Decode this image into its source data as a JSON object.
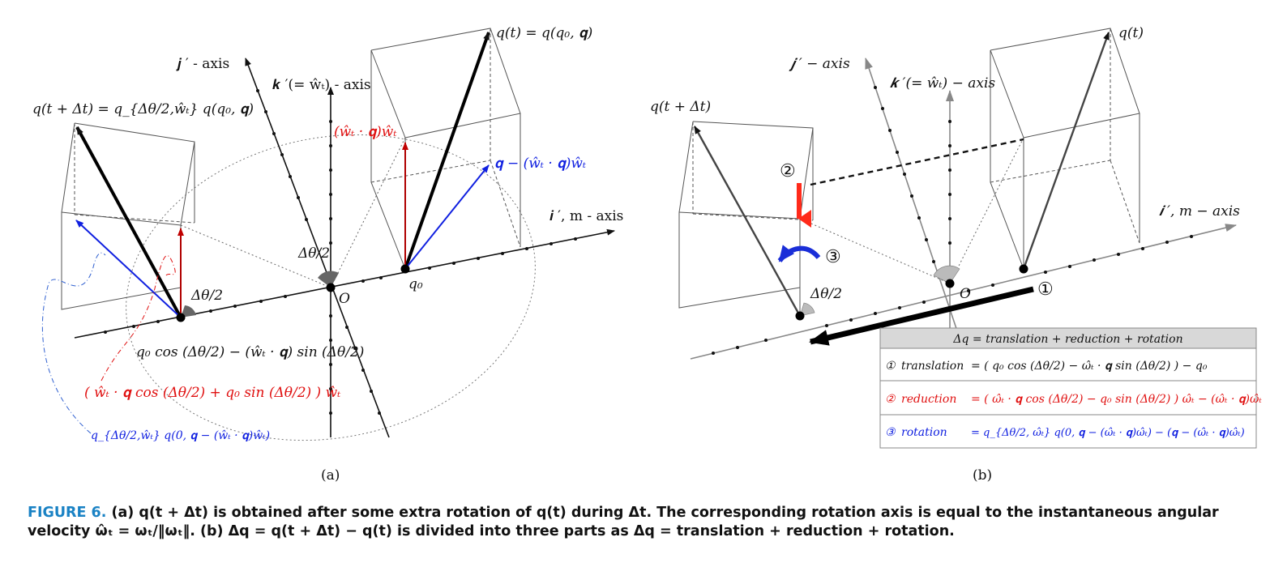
{
  "panel_a": {
    "sublabel": "(a)",
    "labels": {
      "qt": "q(t) = q(q₀, 𝐪)",
      "j_axis": "𝒋 ′ - axis",
      "k_axis": "𝒌 ′(= ŵₜ) - axis",
      "q_dt": "q(t + Δt) = q_{Δθ/2,ŵₜ} q(q₀, 𝐪)",
      "red_proj": "(ŵₜ · 𝐪)ŵₜ",
      "blue_perp": "𝐪 − (ŵₜ · 𝐪)ŵₜ",
      "i_axis": "𝒊 ′, m - axis",
      "angle_mid": "Δθ/2",
      "angle_left": "Δθ/2",
      "origin": "O",
      "q0": "q₀",
      "scalar_expr": "q₀ cos (Δθ/2) − (ŵₜ · 𝐪) sin (Δθ/2)",
      "red_expr": "( ŵₜ · 𝐪 cos (Δθ/2) + q₀ sin (Δθ/2) ) ŵₜ",
      "blue_expr": "q_{Δθ/2,ŵₜ} q(0, 𝐪 − (ŵₜ · 𝐪)ŵₜ)"
    }
  },
  "panel_b": {
    "sublabel": "(b)",
    "labels": {
      "qt": "q(t)",
      "j_axis": "𝒋 ′ − axis",
      "k_axis": "𝒌 ′(= ŵₜ) − axis",
      "q_dt": "q(t + Δt)",
      "i_axis": "𝒊 ′, m − axis",
      "angle": "Δθ/2",
      "origin": "O",
      "mark1": "①",
      "mark2": "②",
      "mark3": "③"
    },
    "table": {
      "header": "Δq = translation + reduction + rotation",
      "rows": [
        {
          "num": "①",
          "name": "translation",
          "eq": "=  ( q₀ cos (Δθ/2) − ω̂ₜ · 𝐪 sin (Δθ/2) ) − q₀",
          "color": "#111111"
        },
        {
          "num": "②",
          "name": "reduction",
          "eq": "=  ( ω̂ₜ · 𝐪 cos (Δθ/2) − q₀ sin (Δθ/2) ) ω̂ₜ − (ω̂ₜ · 𝐪)ω̂ₜ",
          "color": "#e01010"
        },
        {
          "num": "③",
          "name": "rotation",
          "eq": "=  q_{Δθ/2, ω̂ₜ} q(0, 𝐪 − (ω̂ₜ · 𝐪)ω̂ₜ) − (𝐪 − (ω̂ₜ · 𝐪)ω̂ₜ)",
          "color": "#1020e0"
        }
      ]
    }
  },
  "caption": {
    "fig_tag": "FIGURE 6.",
    "text": "(a) q(t + Δt) is obtained after some extra rotation of q(t) during Δt. The corresponding rotation axis is equal to the instantaneous angular velocity ω̂ₜ = ωₜ/‖ωₜ‖. (b) Δq = q(t + Δt) − q(t) is divided into three parts as Δq = translation + reduction + rotation."
  },
  "colors": {
    "red": "#e01010",
    "dark_red": "#b00000",
    "blue": "#1020e0",
    "caption_blue": "#1a82c4",
    "table_header": "#d8d8d8",
    "grey_axis": "#888888"
  }
}
